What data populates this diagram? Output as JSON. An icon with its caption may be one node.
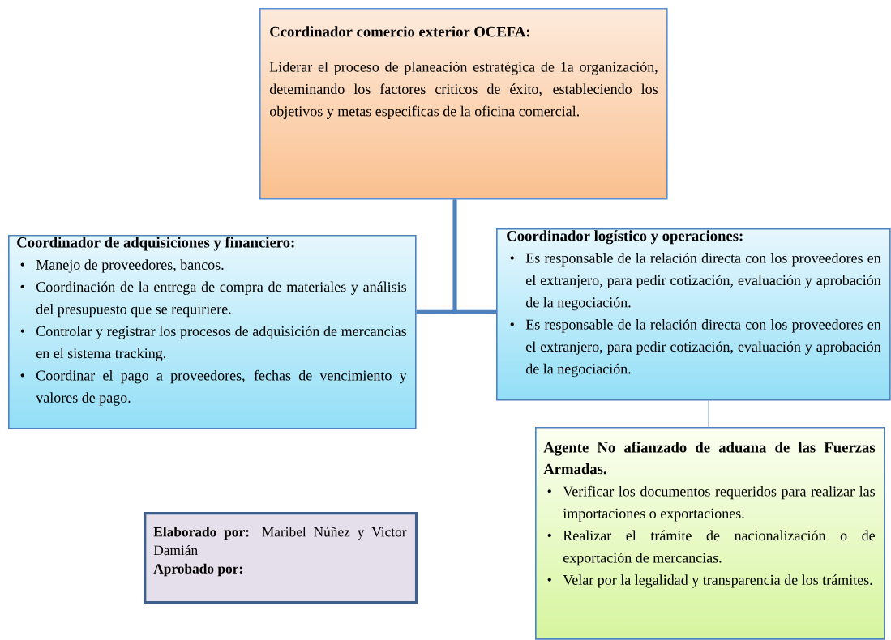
{
  "diagram": {
    "nodes": [
      {
        "text": [
          "Ccordinador comercio exterior OCEFA:",
          "Liderar el proceso de planeación estratégica de 1a organización, deteminando los factores criticos de éxito, estableciendo los objetivos y metas especificas de la oficina comercial."
        ]
      },
      {
        "text": [
          "Coordinador de adquisiciones y financiero:",
          "Manejo de proveedores, bancos.",
          "Coordinación de la entrega de compra de materiales y análisis del presupuesto que se requiriere.",
          "Controlar y registrar los procesos de adquisición de mercancias en el sistema tracking.",
          "Coordinar el pago a proveedores, fechas de vencimiento y valores de pago."
        ]
      },
      {
        "text": [
          "Coordinador logístico y operaciones:",
          "Es responsable de la relación directa con los proveedores en el extranjero, para pedir cotización, evaluación y aprobación de la negociación.",
          "Es responsable de la relación directa con los proveedores en el extranjero, para pedir cotización, evaluación y aprobación de la negociación."
        ]
      },
      {
        "text": [
          "Agente No afianzado de aduana de las Fuerzas Armadas.",
          "Verificar los documentos requeridos para realizar las importaciones o exportaciones.",
          "Realizar el trámite de nacionalización o de exportación de mercancias.",
          "Velar por la legalidad y transparencia de los trámites."
        ]
      },
      {
        "text": [
          "**Elaborado por:** Maribel Núñez y Victor Damián",
          "Aprobado por:"
        ]
      }
    ],
    "edges": [
      {
        "from": 0,
        "to": 1,
        "arrow": "none"
      },
      {
        "from": 0,
        "to": 2,
        "arrow": "none"
      },
      {
        "from": 2,
        "to": 3,
        "arrow": "none",
        "color": "#95b3d7"
      }
    ]
  }
}
